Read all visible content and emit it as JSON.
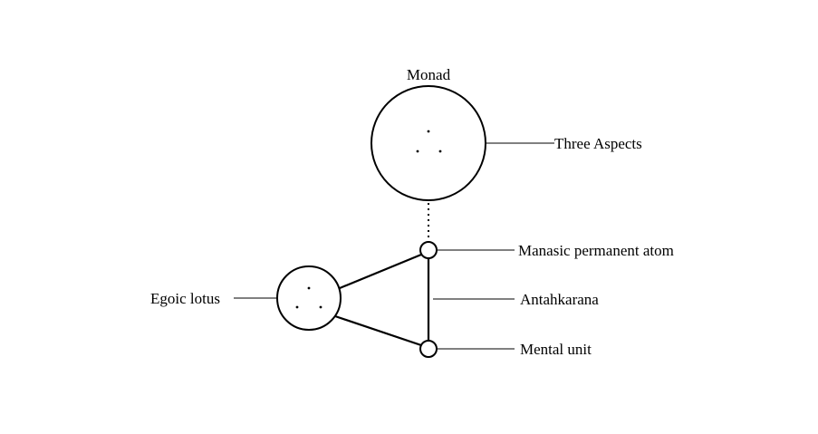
{
  "diagram": {
    "monad_label": "Monad",
    "three_aspects_label": "Three Aspects",
    "manasic_label": "Manasic permanent atom",
    "antahkarana_label": "Antahkarana",
    "mental_unit_label": "Mental unit",
    "egoic_lotus_label": "Egoic lotus"
  }
}
